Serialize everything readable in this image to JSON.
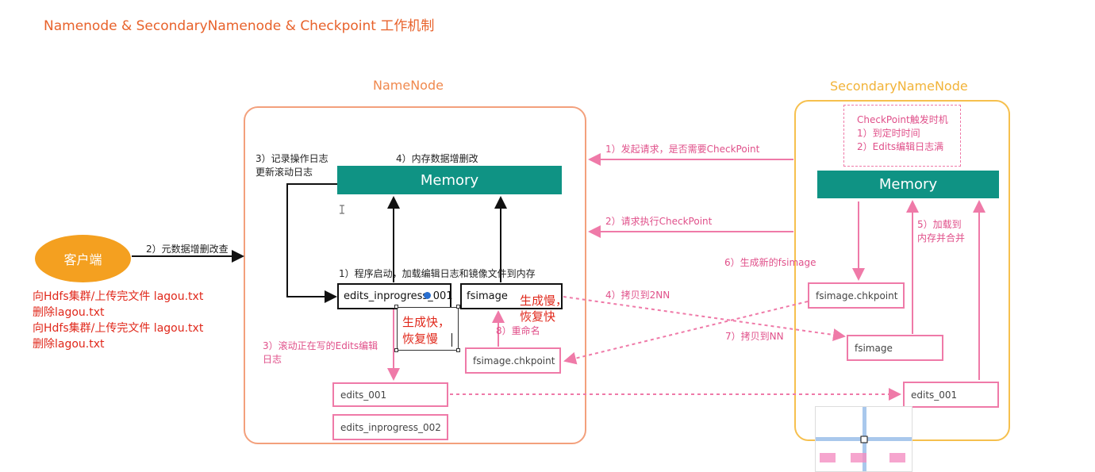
{
  "title": "Namenode & SecondaryNamenode & Checkpoint 工作机制",
  "namenode": {
    "label": "NameNode",
    "memory": "Memory",
    "step3_log_line1": "3）记录操作日志",
    "step3_log_line2": "更新滚动日志",
    "step4_mem": "4）内存数据增删改",
    "step1_start": "1）程序启动，加载编辑日志和镜像文件到内存",
    "edits_inprogress": "edits_inprogress_001",
    "fsimage": "fsimage",
    "step8": "8）重命名",
    "fsimage_chkpoint": "fsimage.chkpoint",
    "step3_roll_line1": "3）滚动正在写的Edits编辑",
    "step3_roll_line2": "日志",
    "edits_001": "edits_001",
    "edits_inprogress_002": "edits_inprogress_002",
    "annot_fast_line1": "生成快，",
    "annot_fast_line2": "恢复慢",
    "annot_slow_line1": "生成慢，",
    "annot_slow_line2": "恢复快"
  },
  "secondary": {
    "label": "SecondaryNameNode",
    "trigger_title": "CheckPoint触发时机",
    "trigger_1": "1）到定时时间",
    "trigger_2": "2）Edits编辑日志满",
    "memory": "Memory",
    "step5_line1": "5）加载到",
    "step5_line2": "内存并合并",
    "step6": "6）生成新的fsimage",
    "fsimage_chkpoint": "fsimage.chkpoint",
    "fsimage": "fsimage",
    "edits_001": "edits_001"
  },
  "arrows": {
    "step1_request": "1）发起请求，是否需要CheckPoint",
    "step2_execute": "2）请求执行CheckPoint",
    "step4_copy": "4）拷贝到2NN",
    "step7_copy": "7）拷贝到NN"
  },
  "client": {
    "label": "客户端",
    "step2": "2）元数据增删改查",
    "notes": [
      "向Hdfs集群/上传完文件 lagou.txt",
      "删除lagou.txt",
      "向Hdfs集群/上传完文件 lagou.txt",
      "删除lagou.txt"
    ]
  },
  "colors": {
    "title": "#e8622b",
    "memory": "#0f9384",
    "pink": "#ef7aa8",
    "client": "#f4a020"
  }
}
